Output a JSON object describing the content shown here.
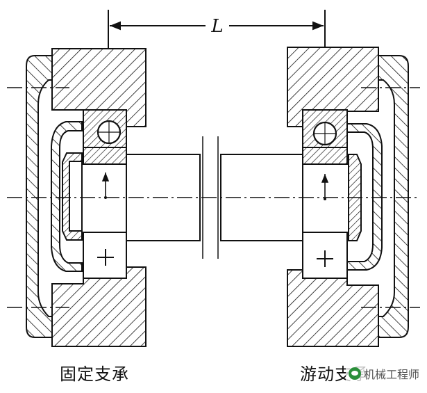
{
  "figure": {
    "dimension_label": "L",
    "fixed_support_label": "固定支承",
    "floating_support_label": "游动支承"
  },
  "watermark": {
    "text": "机械工程师",
    "icon": "wechat-icon"
  },
  "colors": {
    "ink": "#111111",
    "background": "#ffffff"
  }
}
